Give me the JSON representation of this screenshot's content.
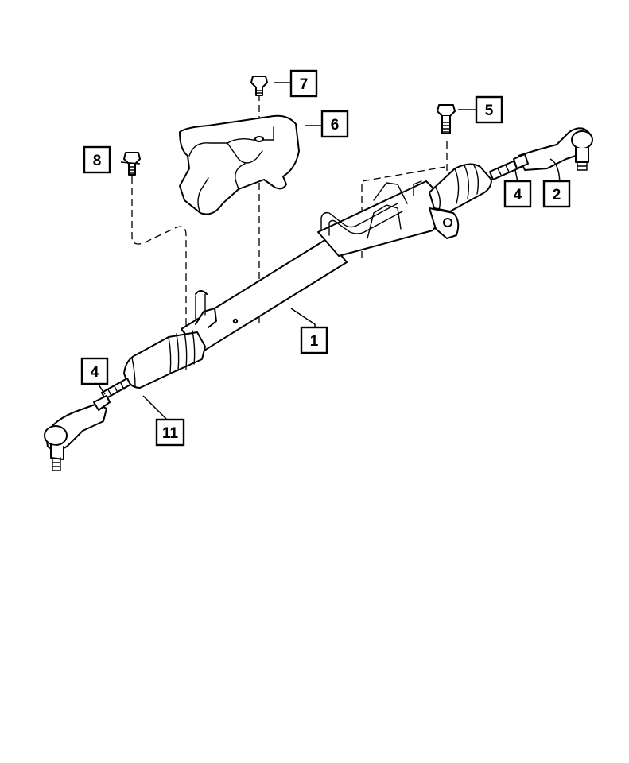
{
  "diagram": {
    "callouts": {
      "c1": "1",
      "c2": "2",
      "c4_right": "4",
      "c4_left": "4",
      "c5": "5",
      "c6": "6",
      "c7": "7",
      "c8": "8",
      "c11": "11"
    }
  }
}
